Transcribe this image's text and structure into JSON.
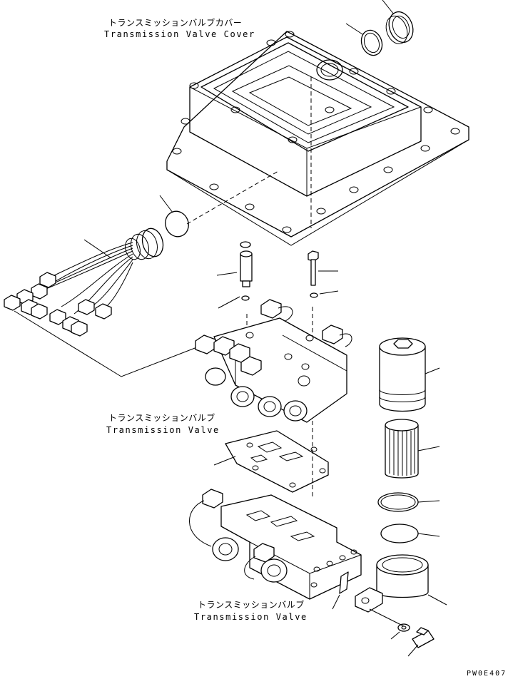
{
  "labels": {
    "cover_jp": "トランスミッションバルブカバー",
    "cover_en": "Transmission Valve Cover",
    "valve1_jp": "トランスミッションバルブ",
    "valve1_en": "Transmission Valve",
    "valve2_jp": "トランスミッションバルブ",
    "valve2_en": "Transmission Valve"
  },
  "drawing_code": "PW0E407"
}
